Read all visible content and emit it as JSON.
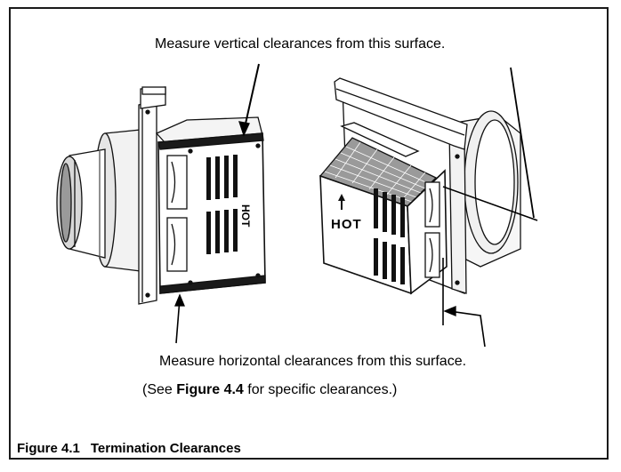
{
  "annotations": {
    "vertical": "Measure vertical clearances from this surface.",
    "horizontal": "Measure horizontal clearances from this surface.",
    "see_prefix": "(See ",
    "see_ref": "Figure 4.4",
    "see_suffix": " for specific clearances.)"
  },
  "caption": {
    "number": "Figure 4.1",
    "title": "Termination Clearances"
  },
  "hot_label": "HOT"
}
